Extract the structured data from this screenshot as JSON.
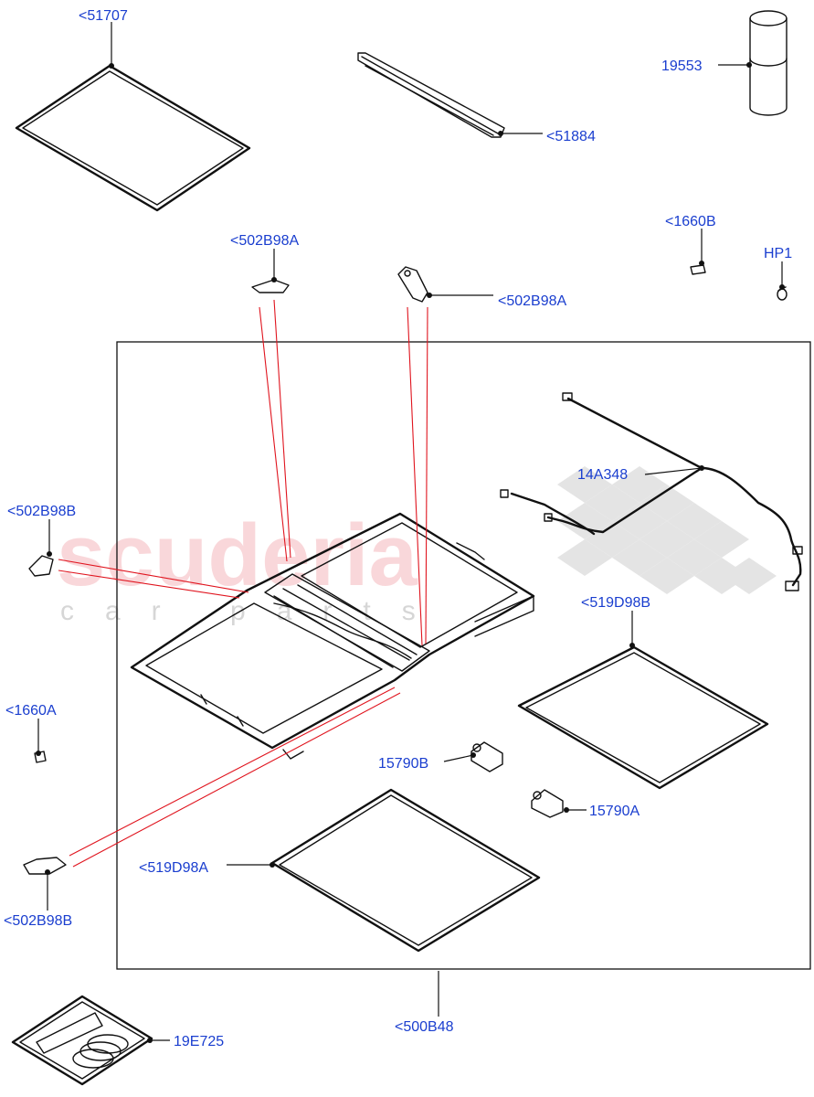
{
  "watermark": {
    "brand": "scuderia",
    "tagline": "car parts"
  },
  "callouts": [
    {
      "id": "51707",
      "text": "<51707"
    },
    {
      "id": "51884",
      "text": "<51884"
    },
    {
      "id": "19553",
      "text": "19553"
    },
    {
      "id": "502b98a-top",
      "text": "<502B98A"
    },
    {
      "id": "502b98a-right",
      "text": "<502B98A"
    },
    {
      "id": "1660b",
      "text": "<1660B"
    },
    {
      "id": "hp1",
      "text": "HP1"
    },
    {
      "id": "14a348",
      "text": "14A348"
    },
    {
      "id": "502b98b-left",
      "text": "<502B98B"
    },
    {
      "id": "519d98b",
      "text": "<519D98B"
    },
    {
      "id": "1660a",
      "text": "<1660A"
    },
    {
      "id": "15790b",
      "text": "15790B"
    },
    {
      "id": "15790a",
      "text": "15790A"
    },
    {
      "id": "519d98a",
      "text": "<519D98A"
    },
    {
      "id": "502b98b-bottom",
      "text": "<502B98B"
    },
    {
      "id": "500b48",
      "text": "<500B48"
    },
    {
      "id": "19e725",
      "text": "19E725"
    }
  ]
}
